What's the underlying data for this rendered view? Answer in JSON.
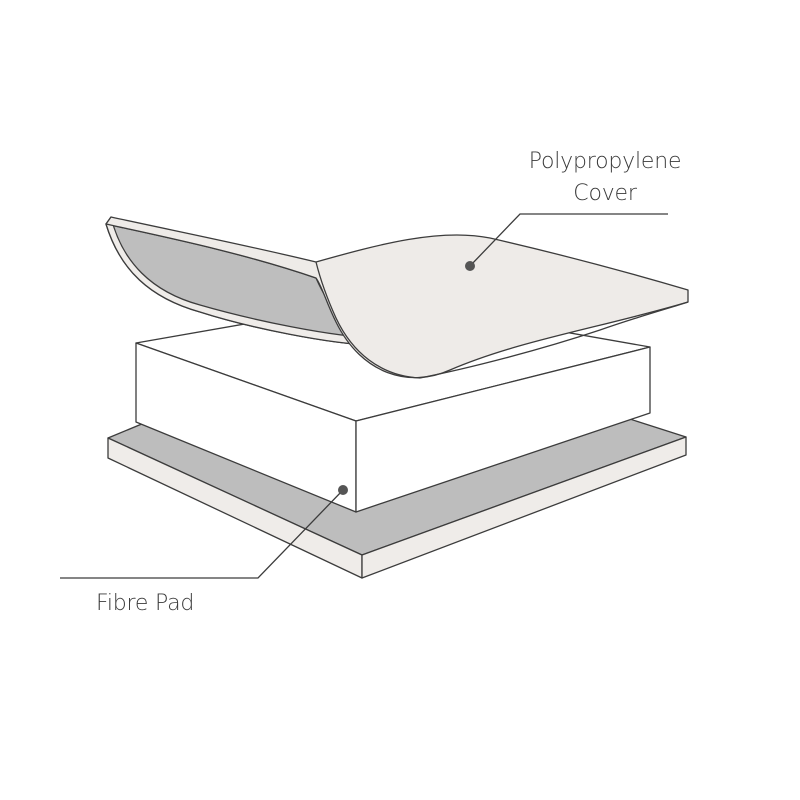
{
  "labels": {
    "cover_line1": "Polypropylene",
    "cover_line2": "Cover",
    "fibre_pad": "Fibre Pad"
  },
  "colors": {
    "outline": "#3c3c3c",
    "cover_top": "#eeebe8",
    "cover_underside": "#bebebe",
    "pad_white": "#ffffff",
    "base_top": "#bdbdbd",
    "base_edge": "#efece9",
    "dot": "#555555",
    "text": "#3a3a3a"
  }
}
